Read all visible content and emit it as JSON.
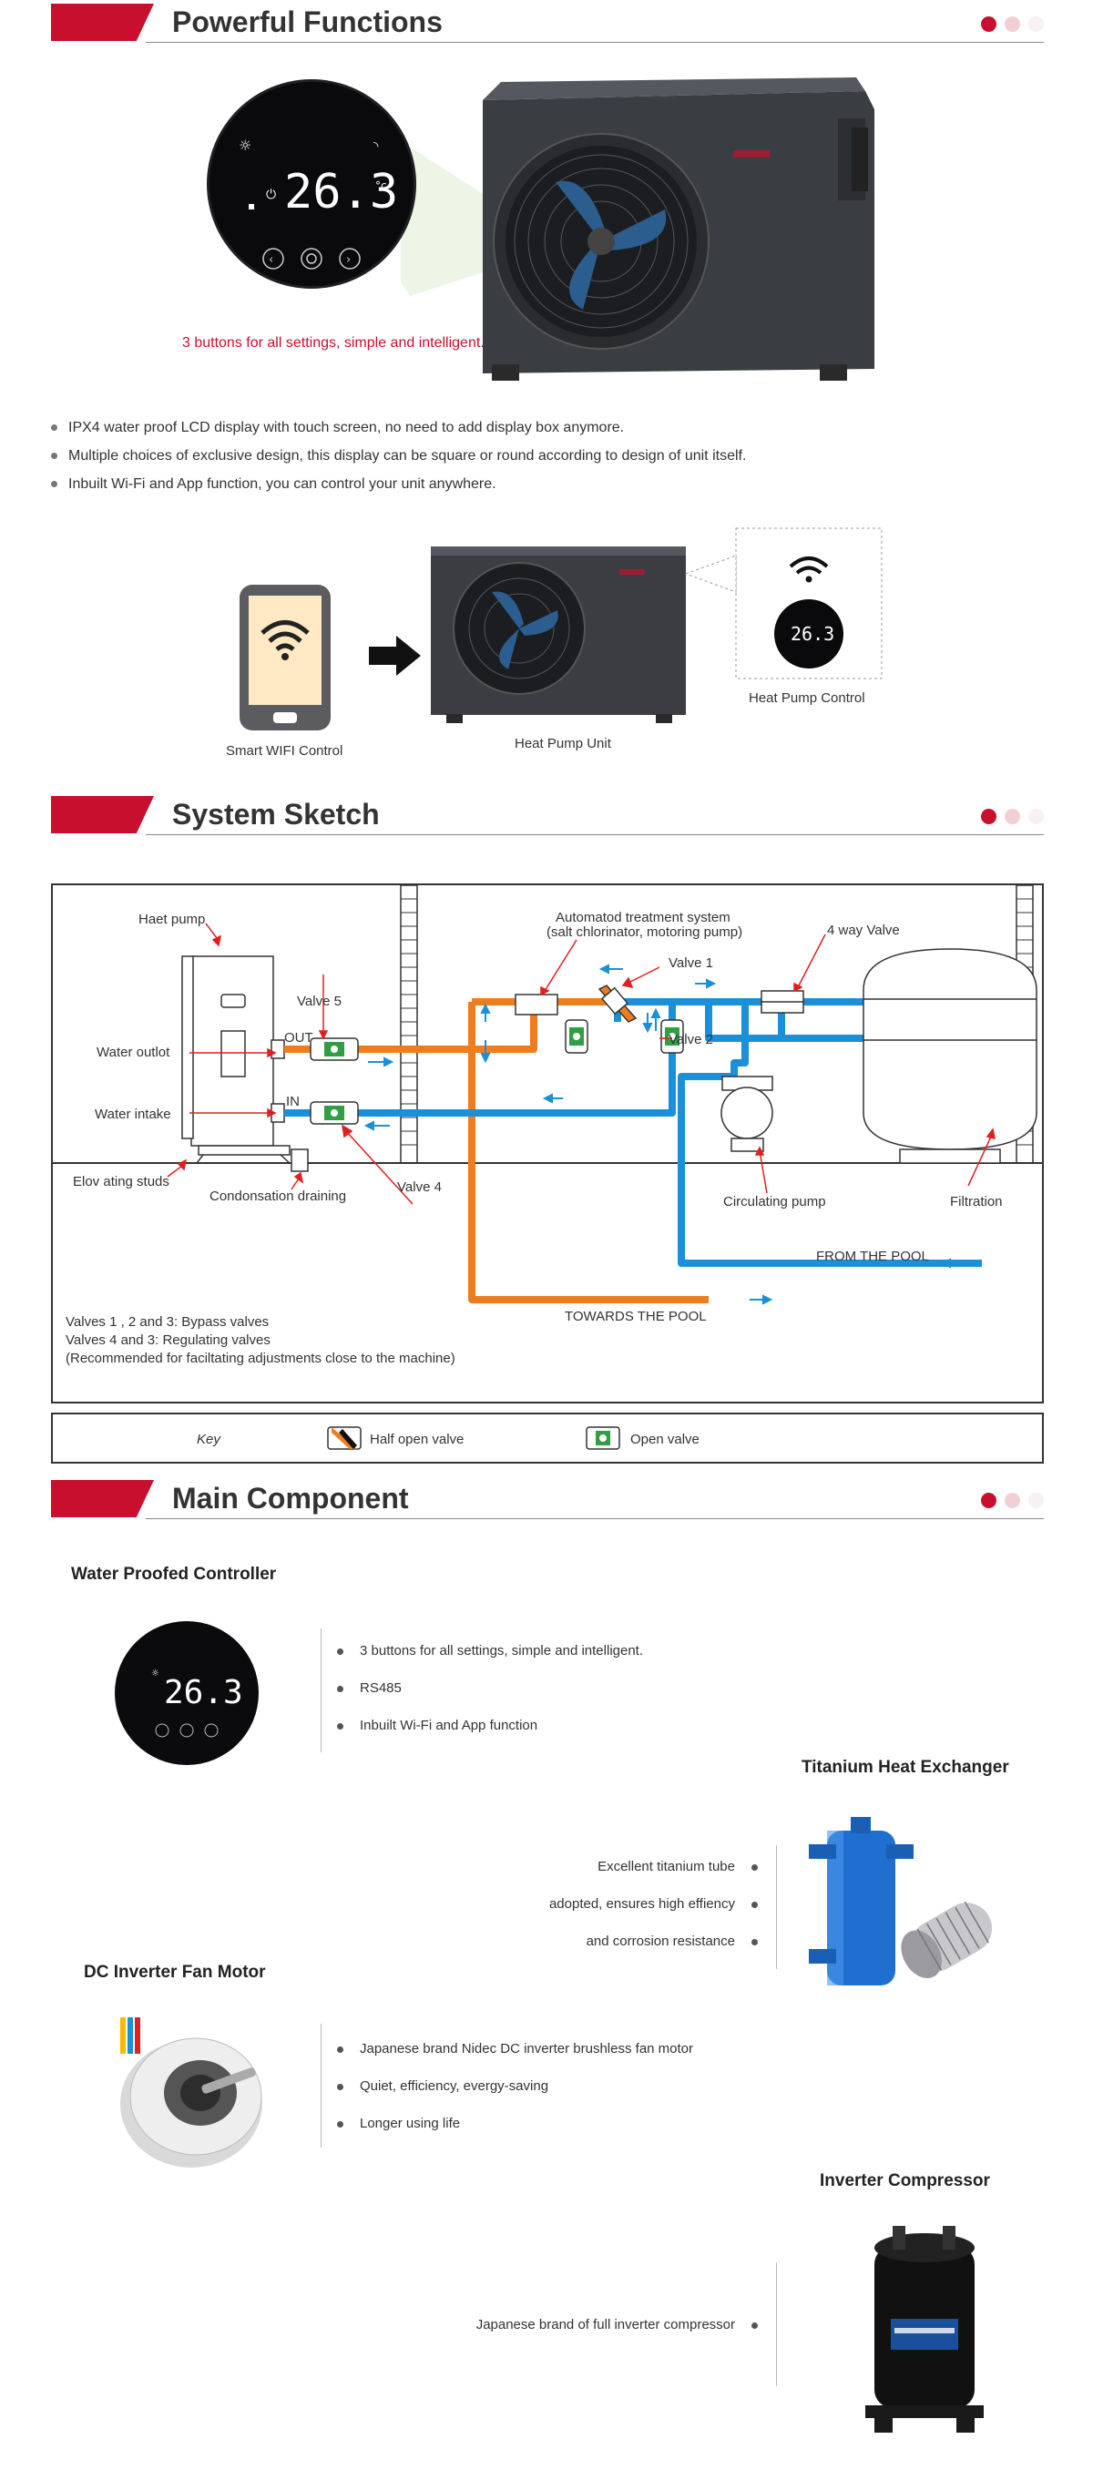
{
  "sections": {
    "powerful": {
      "title": "Powerful Functions"
    },
    "sketch": {
      "title": "System Sketch"
    },
    "main": {
      "title": "Main Component"
    }
  },
  "powerful": {
    "display_reading": "26.3",
    "display_unit": "°c",
    "caption": "3 buttons for all settings, simple and intelligent.",
    "bullets": [
      "IPX4 water proof LCD display with touch screen,  no need to add display box anymore.",
      "Multiple choices of exclusive design,   this display can be square or round according to design of unit itself.",
      "Inbuilt Wi-Fi and App function,  you can control your unit anywhere."
    ],
    "labels": {
      "smart_wifi": "Smart WIFI Control",
      "unit": "Heat Pump Unit",
      "control": "Heat Pump Control"
    }
  },
  "sketch": {
    "labels": {
      "heat_pump": "Haet pump",
      "water_outlet": "Water outlot",
      "water_intake": "Water intake",
      "studs": "Elov ating studs",
      "draining": "Condonsation draining",
      "valve5": "Valve 5",
      "valve4": "Valve 4",
      "out": "OUT",
      "in": "IN",
      "treatment_1": "Automatod treatment system",
      "treatment_2": "(salt chlorinator, motoring pump)",
      "valve1": "Valve 1",
      "valve2": "Valve 2",
      "four_way": "4 way Valve",
      "circ_pump": "Circulating pump",
      "filtration": "Filtration",
      "from_pool": "FROM THE POOL",
      "towards_pool": "TOWARDS THE POOL"
    },
    "notes": [
      "Valves 1 , 2 and 3: Bypass valves",
      "Valves 4 and 3: Regulating valves",
      "(Recommended for faciltating adjustments close to the machine)"
    ],
    "key": {
      "title": "Key",
      "half_open": "Half open valve",
      "open": "Open valve"
    },
    "colors": {
      "hot": "#ee7d1f",
      "cold": "#1b8fd8",
      "arrow": "#1b8fd8",
      "marker": "#e02020"
    }
  },
  "components": {
    "controller": {
      "title": "Water Proofed Controller",
      "reading": "26.3",
      "items": [
        "3 buttons for all settings, simple and intelligent.",
        "RS485",
        "Inbuilt Wi-Fi and App function"
      ]
    },
    "titanium": {
      "title": "Titanium Heat Exchanger",
      "items": [
        "Excellent titanium tube",
        "adopted, ensures high effiency",
        "and corrosion resistance"
      ]
    },
    "fan_motor": {
      "title": "DC Inverter Fan Motor",
      "items": [
        "Japanese brand Nidec DC inverter brushless fan motor",
        "Quiet, efficiency, evergy-saving",
        "Longer using life"
      ]
    },
    "compressor": {
      "title": "Inverter Compressor",
      "items": [
        "Japanese brand of full inverter compressor"
      ]
    }
  }
}
